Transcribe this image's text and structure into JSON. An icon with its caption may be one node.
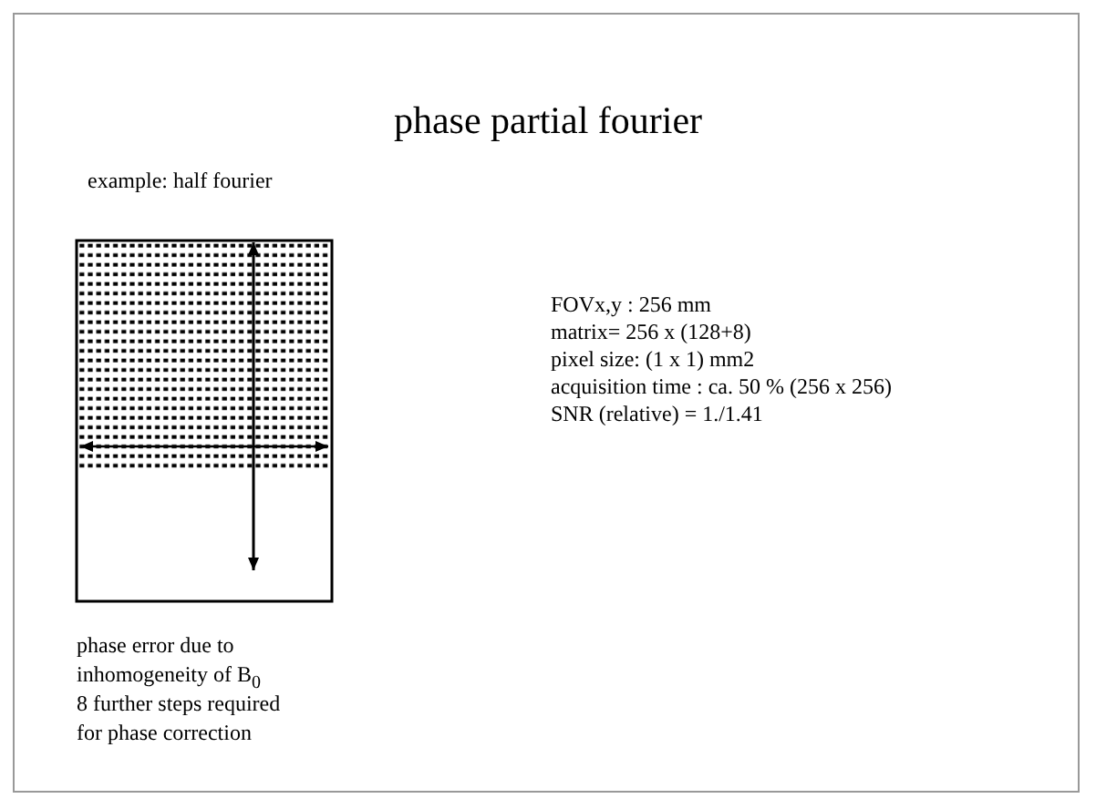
{
  "diagram": {
    "title": "phase partial fourier",
    "labels": [
      "example: half fourier",
      "FOVx,y : 256 mm",
      "matrix= 256 x (128+8)",
      "pixel size: (1 x 1) mm2",
      "acquisition time : ca. 50 % (256 x 256)",
      "SNR (relative) = 1./1.41",
      "phase error due to inhomogeneity of B$_{0}$",
      "8 further steps required for phase correction"
    ]
  }
}
